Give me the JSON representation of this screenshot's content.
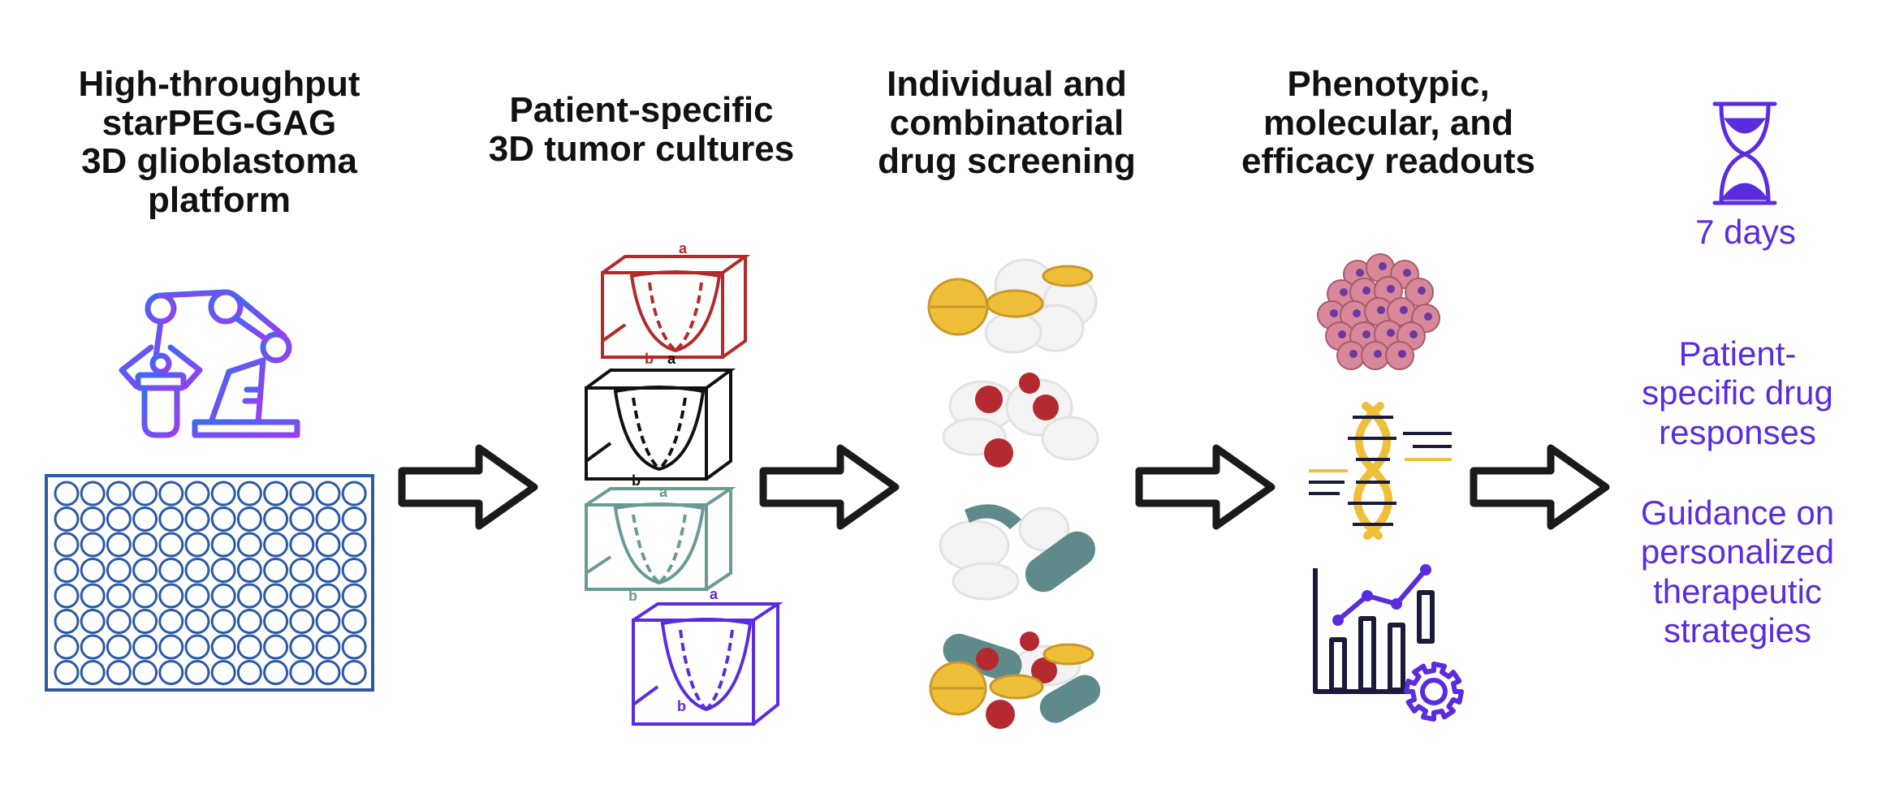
{
  "steps": [
    {
      "lines": [
        "High-throughput",
        "starPEG-GAG",
        "3D glioblastoma",
        "platform"
      ]
    },
    {
      "lines": [
        "Patient-specific",
        "3D tumor cultures"
      ]
    },
    {
      "lines": [
        "Individual and",
        "combinatorial",
        "drug screening"
      ]
    },
    {
      "lines": [
        "Phenotypic,",
        "molecular, and",
        "efficacy readouts"
      ]
    }
  ],
  "timeline": {
    "label": "7 days"
  },
  "outcomes": {
    "first": [
      "Patient-",
      "specific drug",
      "responses"
    ],
    "second": [
      "Guidance on",
      "personalized",
      "therapeutic",
      "strategies"
    ]
  },
  "cube_labels": {
    "a": "a",
    "b": "b"
  },
  "colors": {
    "accent": "#5b2be0",
    "plate": "#2b5aa8",
    "cube_red": "#b22a2a",
    "cube_black": "#111111",
    "cube_teal": "#6a9a94",
    "cube_purple": "#5b2be0",
    "pill_yellow": "#f0bf3a",
    "pill_red": "#b52a2e",
    "pill_teal": "#5f8a8b"
  }
}
